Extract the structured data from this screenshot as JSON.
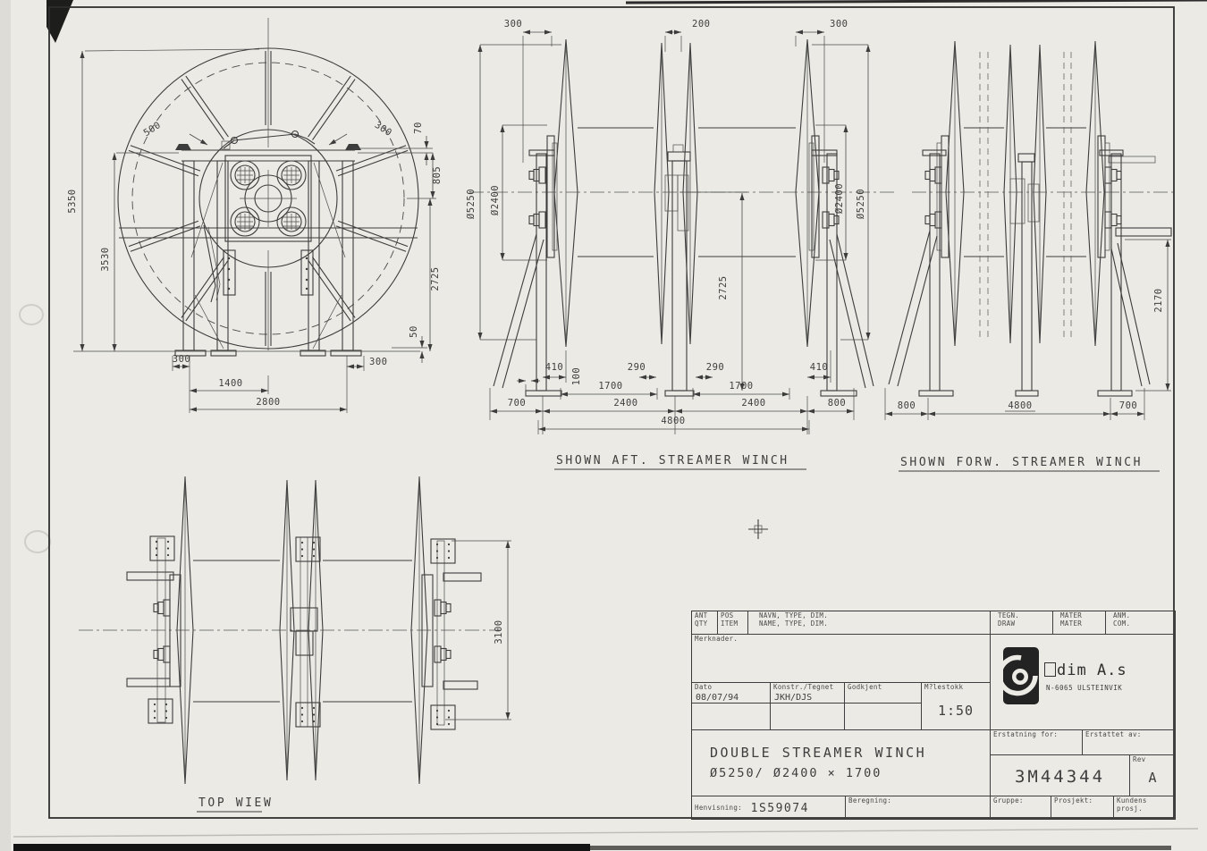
{
  "drawing": {
    "front": {
      "h5350": "5350",
      "h3530": "3530",
      "s500": "500",
      "s300": "300",
      "v70": "70",
      "v805": "805",
      "v2725": "2725",
      "v50": "50",
      "b300l": "300",
      "b1400": "1400",
      "b2800": "2800",
      "b300r": "300"
    },
    "aft": {
      "t300l": "300",
      "t200": "200",
      "t300r": "300",
      "dl5250": "Ø5250",
      "dl2400": "Ø2400",
      "dr2400": "Ø2400",
      "dr5250": "Ø5250",
      "v2725": "2725",
      "b410l": "410",
      "b100": "100",
      "b290l": "290",
      "b290r": "290",
      "b410r": "410",
      "b1700l": "1700",
      "b1700r": "1700",
      "b700": "700",
      "b2400l": "2400",
      "b2400r": "2400",
      "b800": "800",
      "b4800": "4800",
      "caption": "SHOWN AFT. STREAMER WINCH"
    },
    "forw": {
      "b800": "800",
      "b4800": "4800",
      "b700": "700",
      "v2170": "2170",
      "caption": "SHOWN FORW. STREAMER WINCH"
    },
    "top": {
      "v3100": "3100",
      "caption": "TOP WIEW"
    }
  },
  "title_block": {
    "ant": "ANT",
    "qty": "QTY",
    "pos": "POS",
    "item": "ITEM",
    "navn": "NAVN, TYPE, DIM.",
    "name": "NAME, TYPE, DIM.",
    "tegn": "TEGN.",
    "draw": "DRAW",
    "mater1": "MATER",
    "mater2": "MATER",
    "anm": "ANM.",
    "com": "COM.",
    "merknader": "Merknader.",
    "dato_label": "Dato",
    "dato": "08/07/94",
    "konstr_label": "Konstr./Tegnet",
    "konstr": "JKH/DJS",
    "godkjent_label": "Godkjent",
    "scale_label": "M?lestokk",
    "scale": "1:50",
    "company": "dim A.s",
    "address": "N-6065 ULSTEINVIK",
    "erstatning": "Erstatning for:",
    "erstattet": "Erstattet av:",
    "title1": "DOUBLE STREAMER WINCH",
    "title2": "Ø5250/ Ø2400 × 1700",
    "number": "3M44344",
    "rev_label": "Rev",
    "rev": "A",
    "henvisning_label": "Henvisning:",
    "henvisning": "1S59074",
    "beregning_label": "Beregning:",
    "gruppe": "Gruppe:",
    "prosjekt": "Prosjekt:",
    "kundens": "Kundens prosj."
  }
}
